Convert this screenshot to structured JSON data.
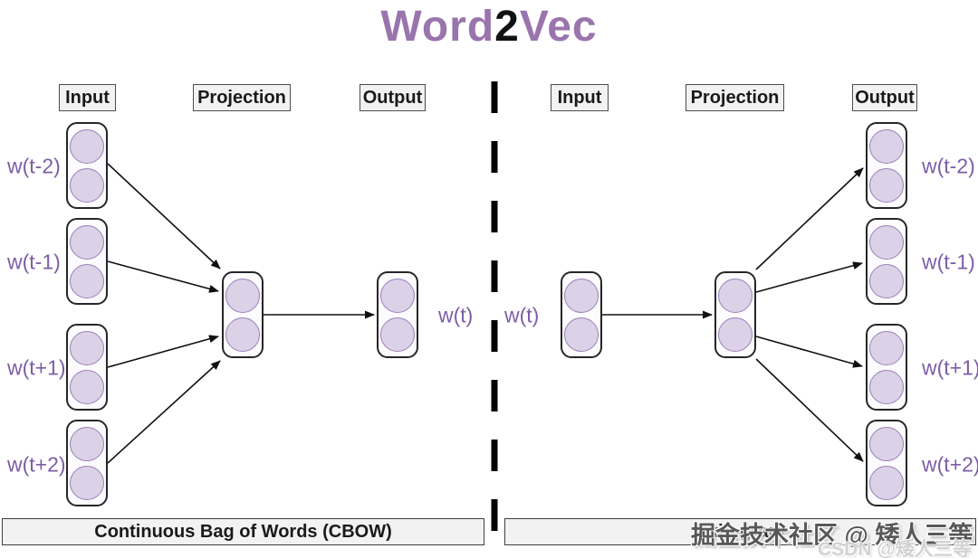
{
  "title": {
    "word": "Word",
    "two": "2",
    "vec": "Vec"
  },
  "cbow": {
    "header_input": "Input",
    "header_projection": "Projection",
    "header_output": "Output",
    "context_labels": [
      "w(t-2)",
      "w(t-1)",
      "w(t+1)",
      "w(t+2)"
    ],
    "center_label": "w(t)",
    "caption": "Continuous Bag of Words (CBOW)"
  },
  "skipgram": {
    "header_input": "Input",
    "header_projection": "Projection",
    "header_output": "Output",
    "center_label": "w(t)",
    "context_labels": [
      "w(t-2)",
      "w(t-1)",
      "w(t+1)",
      "w(t+2)"
    ],
    "caption": "Skip-gram"
  },
  "watermark": {
    "primary": "掘金技术社区 @ 矮人三等",
    "secondary": "CSDN @矮人三等"
  },
  "colors": {
    "title_purple": "#9a74ad",
    "label_purple": "#7d5ea7",
    "neuron_fill": "#dcd2e8",
    "neuron_border": "#9b7fb8",
    "capsule_border": "#262626",
    "box_fill": "#f3f2f3",
    "box_border": "#4d4d4d"
  }
}
